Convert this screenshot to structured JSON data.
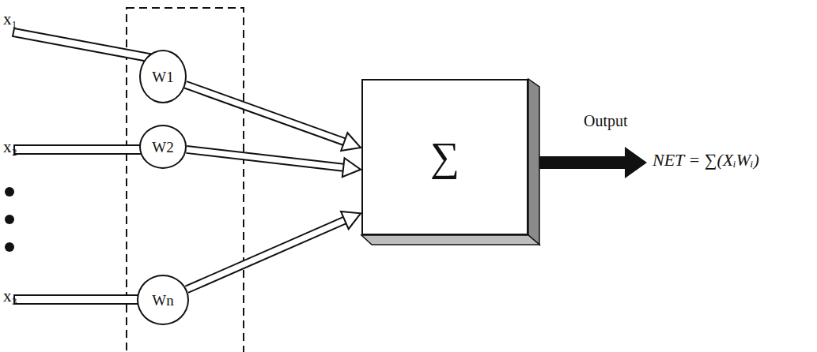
{
  "diagram": {
    "nodes": [
      {
        "text": [
          "W1"
        ]
      },
      {
        "text": [
          "W2"
        ]
      },
      {
        "text": [
          "Wn"
        ]
      },
      {
        "text": [
          "∑"
        ]
      }
    ],
    "edges": [
      {
        "from": 0,
        "to": 3,
        "arrow": "to"
      },
      {
        "from": 1,
        "to": 3,
        "arrow": "to"
      },
      {
        "from": 2,
        "to": 3,
        "arrow": "to"
      }
    ],
    "labels": [
      "x₁",
      "x₂",
      "x₃",
      "Output",
      "NET = ∑(XᵢWᵢ)"
    ]
  }
}
